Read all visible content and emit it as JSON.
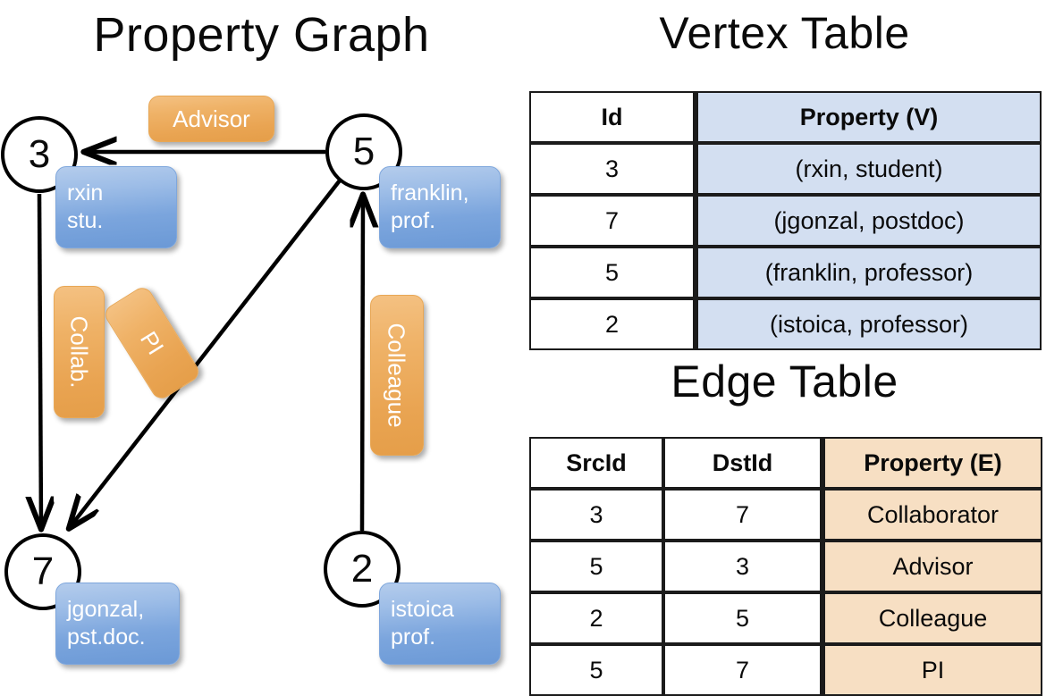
{
  "titles": {
    "property_graph": "Property Graph",
    "vertex_table": "Vertex Table",
    "edge_table": "Edge Table"
  },
  "graph": {
    "nodes": [
      {
        "id": "3",
        "property_label": "rxin\nstu."
      },
      {
        "id": "5",
        "property_label": "franklin,\nprof."
      },
      {
        "id": "7",
        "property_label": "jgonzal,\npst.doc."
      },
      {
        "id": "2",
        "property_label": "istoica\nprof."
      }
    ],
    "node_labels": {
      "n3": "3",
      "n5": "5",
      "n7": "7",
      "n2": "2"
    },
    "vertex_props": {
      "rxin_line1": "rxin",
      "rxin_line2": "stu.",
      "franklin_line1": "franklin,",
      "franklin_line2": "prof.",
      "jgonzal_line1": "jgonzal,",
      "jgonzal_line2": "pst.doc.",
      "istoica_line1": "istoica",
      "istoica_line2": "prof."
    },
    "edge_labels": {
      "advisor": "Advisor",
      "collab": "Collab.",
      "pi": "PI",
      "colleague": "Colleague"
    },
    "edges": [
      {
        "from": "5",
        "to": "3",
        "label": "Advisor"
      },
      {
        "from": "3",
        "to": "7",
        "label": "Collab."
      },
      {
        "from": "5",
        "to": "7",
        "label": "PI"
      },
      {
        "from": "2",
        "to": "5",
        "label": "Colleague"
      }
    ]
  },
  "vertex_table": {
    "headers": [
      "Id",
      "Property (V)"
    ],
    "rows": [
      [
        "3",
        "(rxin, student)"
      ],
      [
        "7",
        "(jgonzal, postdoc)"
      ],
      [
        "5",
        "(franklin, professor)"
      ],
      [
        "2",
        "(istoica, professor)"
      ]
    ]
  },
  "edge_table": {
    "headers": [
      "SrcId",
      "DstId",
      "Property (E)"
    ],
    "rows": [
      [
        "3",
        "7",
        "Collaborator"
      ],
      [
        "5",
        "3",
        "Advisor"
      ],
      [
        "2",
        "5",
        "Colleague"
      ],
      [
        "5",
        "7",
        "PI"
      ]
    ]
  },
  "colors": {
    "vertex_property_fill": "#d3dff1",
    "edge_property_fill": "#f7dfc3",
    "vertex_box": "#7ba5dd",
    "edge_box": "#eaa652",
    "stroke": "#000000",
    "background": "#ffffff"
  }
}
